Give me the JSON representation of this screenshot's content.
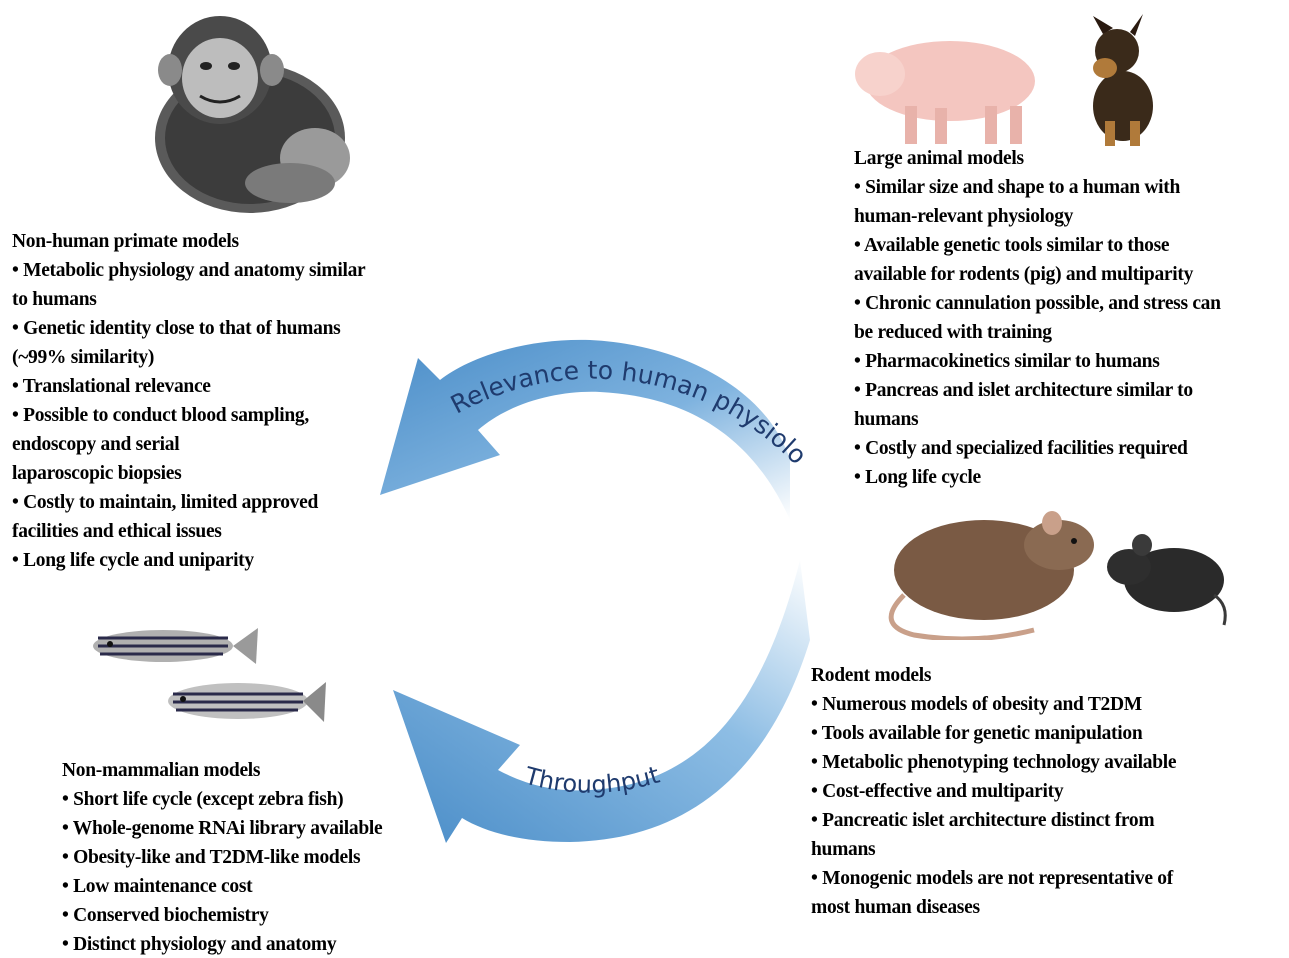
{
  "arrows": {
    "top_label": "Relevance to human physiology",
    "bottom_label": "Throughput",
    "color": "#5b9bd1"
  },
  "primate": {
    "heading": "Non-human primate models",
    "items": [
      "• Metabolic physiology and anatomy similar",
      "to humans",
      "• Genetic identity close to that of humans",
      "(~99% similarity)",
      "• Translational relevance",
      "• Possible to conduct blood sampling,",
      "endoscopy and serial",
      "laparoscopic biopsies",
      "• Costly to maintain, limited approved",
      "facilities and ethical issues",
      "• Long life cycle and uniparity"
    ]
  },
  "large": {
    "heading": "Large animal models",
    "items": [
      "• Similar size and shape to a human with",
      "human-relevant physiology",
      "• Available genetic tools similar to those",
      "available for rodents (pig) and multiparity",
      "• Chronic cannulation possible, and stress can",
      "be reduced with training",
      "• Pharmacokinetics similar to humans",
      "• Pancreas and islet architecture similar to",
      "humans",
      "• Costly and specialized facilities required",
      "• Long life cycle"
    ]
  },
  "rodent": {
    "heading": "Rodent models",
    "items": [
      "• Numerous models of obesity and T2DM",
      "• Tools available for genetic manipulation",
      "• Metabolic phenotyping technology available",
      "• Cost-effective and multiparity",
      "• Pancreatic islet architecture distinct from",
      "humans",
      "• Monogenic models are not representative of",
      "most human diseases"
    ]
  },
  "fish": {
    "heading": "Non-mammalian models",
    "items": [
      "• Short life cycle (except zebra fish)",
      "• Whole-genome RNAi library available",
      "• Obesity-like and T2DM-like models",
      "• Low maintenance cost",
      "• Conserved biochemistry",
      "• Distinct physiology and anatomy"
    ]
  }
}
